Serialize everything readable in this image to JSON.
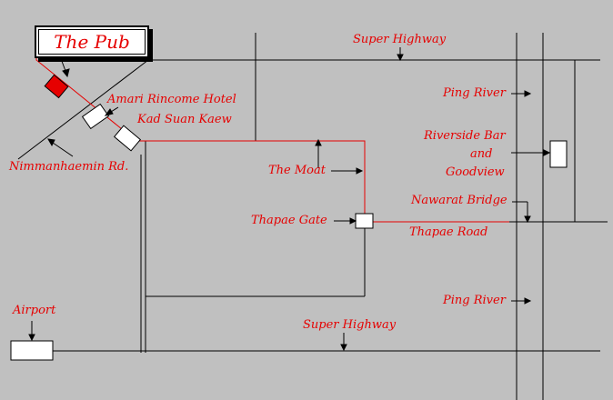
{
  "title": "The Pub",
  "colors": {
    "background": "#c0c0c0",
    "road": "#000000",
    "route": "#e60000",
    "label": "#e60000",
    "pub_marker": "#e60000",
    "hotel_marker": "#ffffff"
  },
  "labels": {
    "super_highway_top": "Super Highway",
    "super_highway_bottom": "Super Highway",
    "ping_river_top": "Ping River",
    "ping_river_bottom": "Ping River",
    "amari_rincome_hotel": "Amari Rincome Hotel",
    "kad_suan_kaew": "Kad Suan Kaew",
    "nimmanhaemin_rd": "Nimmanhaemin Rd.",
    "the_moat": "The Moat",
    "thapae_gate": "Thapae Gate",
    "thapae_road": "Thapae Road",
    "riverside_bar_line1": "Riverside Bar",
    "riverside_bar_line2": "and",
    "riverside_bar_line3": "Goodview",
    "nawarat_bridge": "Nawarat Bridge",
    "airport": "Airport"
  }
}
